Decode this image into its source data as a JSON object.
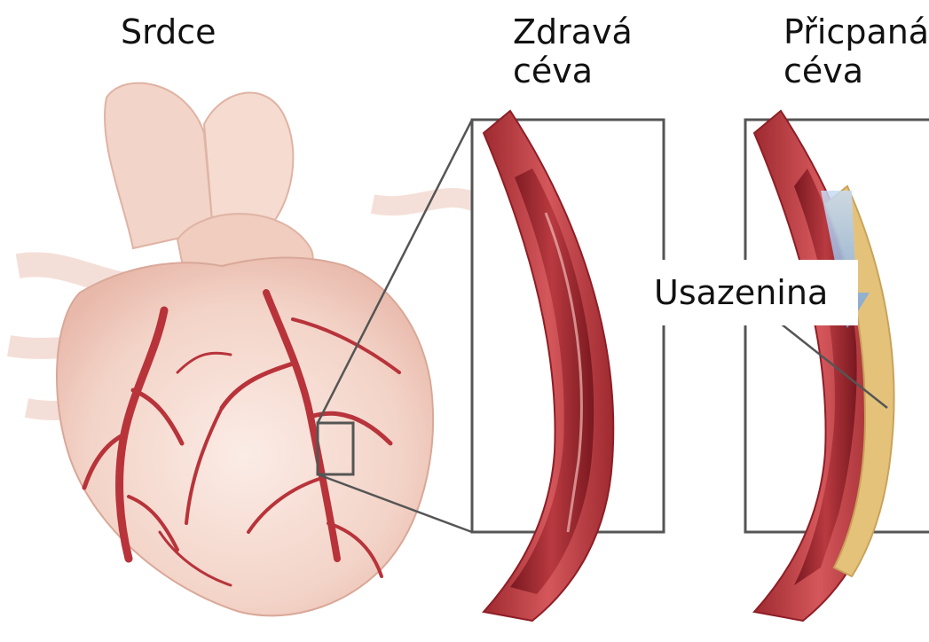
{
  "labels": {
    "heart": "Srdce",
    "healthy_vessel": "Zdravá\ncéva",
    "clogged_vessel": "Přicpaná\ncéva",
    "deposit": "Usazenina"
  },
  "colors": {
    "heart_tissue": "#f4d9cf",
    "artery_red": "#b8333a",
    "vessel_wall": "#c9474c",
    "vessel_lumen": "#8e1e26",
    "plaque": "#e5c27a",
    "blood_flow": "#a8c4e6"
  }
}
